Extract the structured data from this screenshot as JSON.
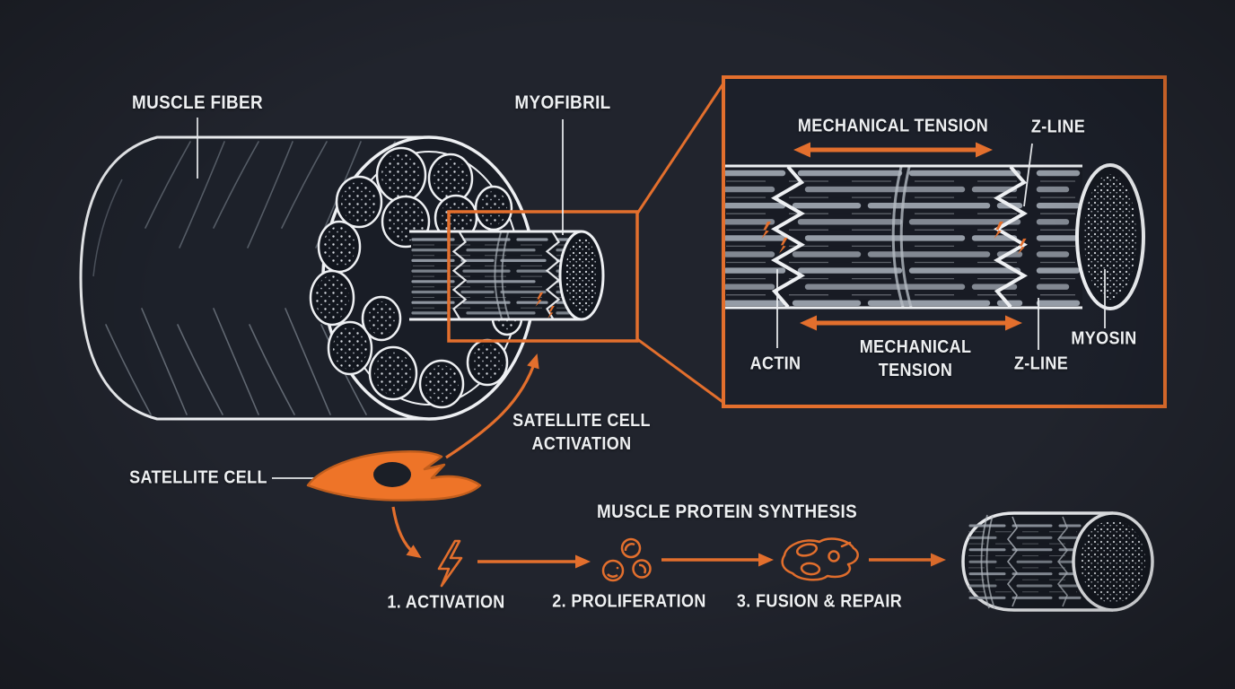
{
  "palette": {
    "background": "#21242d",
    "inset_panel": "#1c202a",
    "accent_orange": "#e36f2d",
    "cell_orange": "#ee7428",
    "line_white": "#eef0f3",
    "filament_gray": "#959ca6"
  },
  "anatomy_labels": {
    "muscle_fiber": "MUSCLE FIBER",
    "myofibril": "MYOFIBRIL"
  },
  "satellite": {
    "label": "SATELLITE CELL",
    "activation_label": "SATELLITE CELL ACTIVATION"
  },
  "inset": {
    "tension_top": "MECHANICAL TENSION",
    "z_line_top": "Z-LINE",
    "actin": "ACTIN",
    "tension_bottom": "MECHANICAL TENSION",
    "z_line_bottom": "Z-LINE",
    "myosin": "MYOSIN"
  },
  "process": {
    "title": "MUSCLE PROTEIN SYNTHESIS",
    "steps": [
      {
        "label": "1. ACTIVATION",
        "icon": "lightning-bolt-icon"
      },
      {
        "label": "2. PROLIFERATION",
        "icon": "proliferating-cells-icon"
      },
      {
        "label": "3. FUSION & REPAIR",
        "icon": "fused-cell-icon"
      }
    ]
  }
}
